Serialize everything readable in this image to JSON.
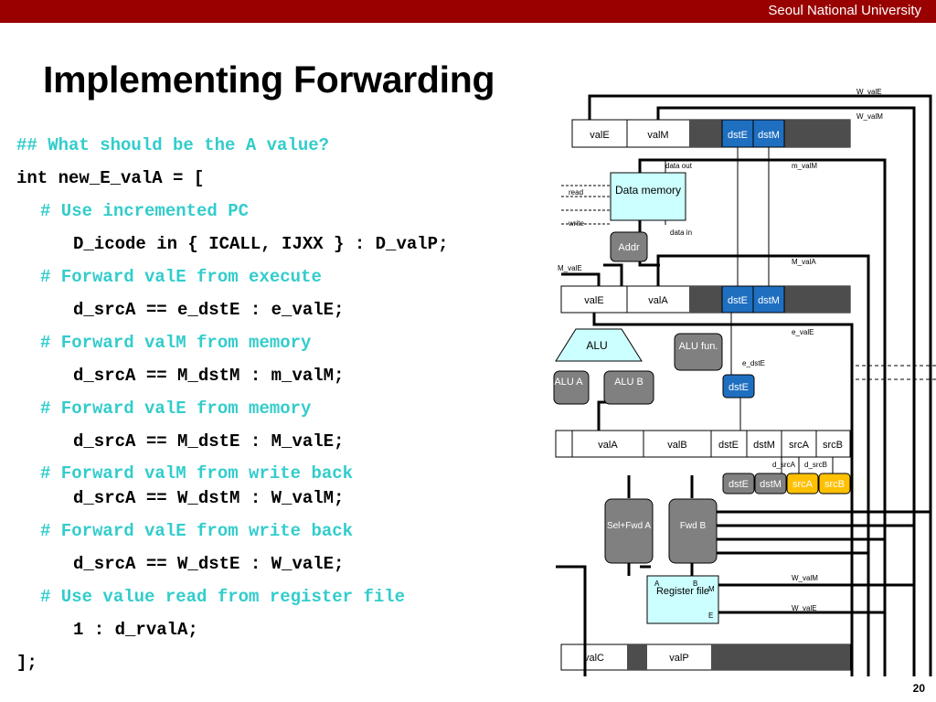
{
  "header": {
    "university": "Seoul National University"
  },
  "slide": {
    "title": "Implementing Forwarding",
    "page_number": "20"
  },
  "code": [
    {
      "text": "## What should be the A value?",
      "type": "comment",
      "indent": 0
    },
    {
      "text": "int new_E_valA = [",
      "type": "code",
      "indent": 0
    },
    {
      "text": "# Use incremented PC",
      "type": "comment",
      "indent": 1
    },
    {
      "text": "D_icode in { ICALL, IJXX } : D_valP;",
      "type": "code",
      "indent": 2
    },
    {
      "text": "# Forward valE from execute",
      "type": "comment",
      "indent": 1
    },
    {
      "text": "d_srcA == e_dstE : e_valE;",
      "type": "code",
      "indent": 2
    },
    {
      "text": "# Forward valM from memory",
      "type": "comment",
      "indent": 1
    },
    {
      "text": "d_srcA == M_dstM : m_valM;",
      "type": "code",
      "indent": 2
    },
    {
      "text": "# Forward valE from memory",
      "type": "comment",
      "indent": 1
    },
    {
      "text": "d_srcA == M_dstE : M_valE;",
      "type": "code",
      "indent": 2
    },
    {
      "text": "# Forward valM from write back",
      "type": "comment",
      "indent": 1
    },
    {
      "text": "d_srcA == W_dstM : W_valM;",
      "type": "code",
      "indent": 2
    },
    {
      "text": "# Forward valE from write back",
      "type": "comment",
      "indent": 1
    },
    {
      "text": "d_srcA == W_dstE : W_valE;",
      "type": "code",
      "indent": 2
    },
    {
      "text": "# Use value read from register file",
      "type": "comment",
      "indent": 1
    },
    {
      "text": "1 : d_rvalA;",
      "type": "code",
      "indent": 2
    },
    {
      "text": "];",
      "type": "code",
      "indent": 0
    }
  ],
  "diagram": {
    "colors": {
      "blue": "#1f6fc0",
      "yellow": "#ffc000",
      "gray_block": "#808080",
      "light_cyan": "#ccffff",
      "dark_fill": "#4d4d4d"
    },
    "registers": {
      "w": {
        "valE": "valE",
        "valM": "valM",
        "dstE": "dstE",
        "dstM": "dstM"
      },
      "m": {
        "valE": "valE",
        "valA": "valA",
        "dstE": "dstE",
        "dstM": "dstM"
      },
      "e": {
        "valA": "valA",
        "valB": "valB",
        "dstE": "dstE",
        "dstM": "dstM",
        "srcA": "srcA",
        "srcB": "srcB"
      },
      "d": {
        "valC": "valC",
        "valP": "valP"
      }
    },
    "blocks": {
      "data_memory": "Data memory",
      "addr": "Addr",
      "alu": "ALU",
      "alu_fun": "ALU fun.",
      "alu_a": "ALU A",
      "alu_b": "ALU B",
      "dste_e": "dstE",
      "sel_fwd_a": "Sel+Fwd A",
      "fwd_b": "Fwd B",
      "register_file": "Register file",
      "dec_dste": "dstE",
      "dec_dstm": "dstM",
      "dec_srca": "srcA",
      "dec_srcb": "srcB"
    },
    "labels": {
      "W_valE": "W_valE",
      "W_valM": "W_valM",
      "data_out": "data out",
      "m_valM": "m_valM",
      "read": "read",
      "write": "write",
      "data_in": "data in",
      "M_valE": "M_valE",
      "M_valA": "M_valA",
      "e_valE": "e_valE",
      "e_dstE": "e_dstE",
      "d_srcA": "d_srcA",
      "d_srcB": "d_srcB",
      "W_valM_bottom": "W_valM",
      "W_valE_bottom": "W_valE",
      "rf_A": "A",
      "rf_B": "B",
      "rf_M": "M",
      "rf_E": "E"
    }
  }
}
